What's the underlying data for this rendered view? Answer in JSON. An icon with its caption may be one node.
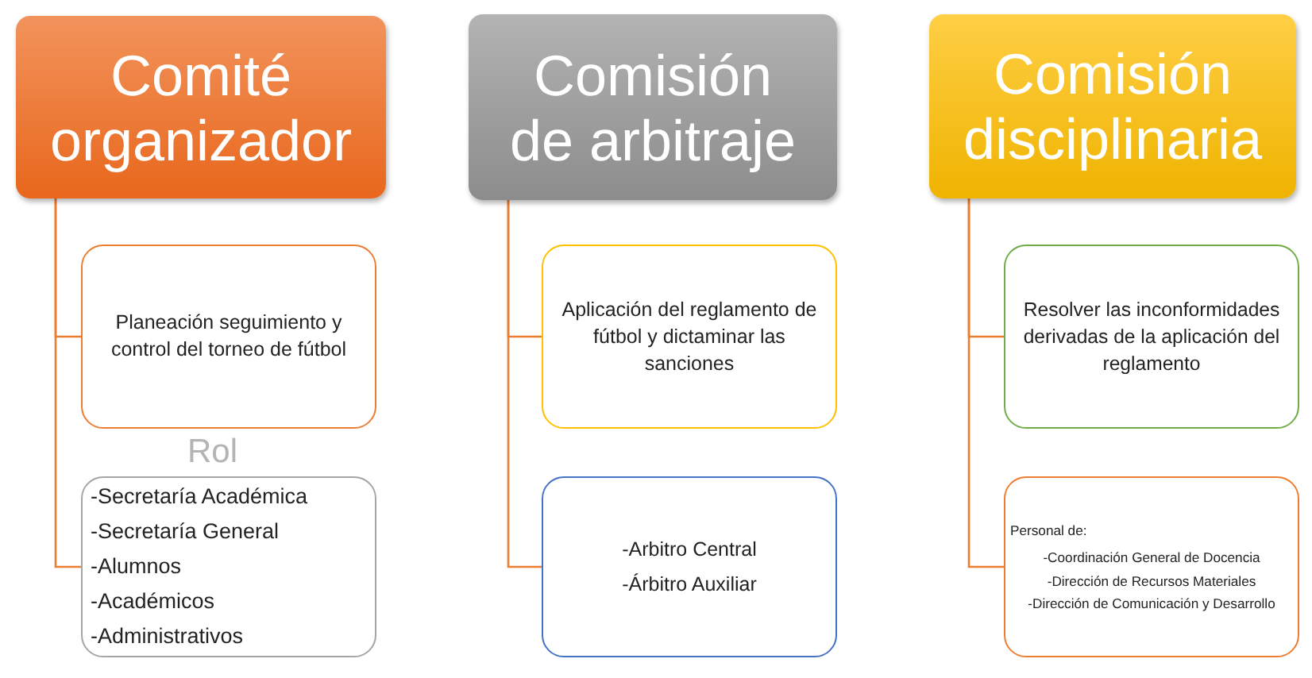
{
  "diagram": {
    "nodes": [
      {
        "text": [
          "Comité organizador"
        ]
      },
      {
        "text": [
          "Planeación seguimiento y control del torneo de fútbol"
        ]
      },
      {
        "text": [
          "-Secretaría Académica",
          "-Secretaría General",
          "-Alumnos",
          "-Académicos",
          "-Administrativos"
        ]
      },
      {
        "text": [
          "Comisión de arbitraje"
        ]
      },
      {
        "text": [
          "Aplicación del reglamento de fútbol y dictaminar las sanciones"
        ]
      },
      {
        "text": [
          "-Arbitro Central",
          "-Árbitro Auxiliar"
        ]
      },
      {
        "text": [
          "Comisión disciplinaria"
        ]
      },
      {
        "text": [
          "Resolver las inconformidades derivadas de la aplicación del reglamento"
        ]
      },
      {
        "text": [
          "Personal de:",
          "-Coordinación General de Docencia",
          "-Dirección de Recursos Materiales",
          "-Dirección de Comunicación y Desarrollo"
        ]
      }
    ],
    "edges": [
      {
        "from": 0,
        "to": 1,
        "arrow": "none"
      },
      {
        "from": 0,
        "to": 2,
        "arrow": "none"
      },
      {
        "from": 3,
        "to": 4,
        "arrow": "none"
      },
      {
        "from": 3,
        "to": 5,
        "arrow": "none"
      },
      {
        "from": 6,
        "to": 7,
        "arrow": "none"
      },
      {
        "from": 6,
        "to": 8,
        "arrow": "none"
      }
    ],
    "labels": [
      "Rol"
    ]
  }
}
